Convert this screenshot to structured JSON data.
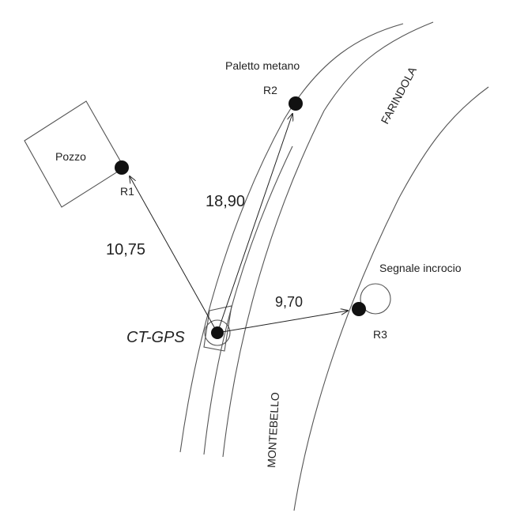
{
  "points": {
    "station": {
      "label": "CT-GPS"
    },
    "r1": {
      "label": "R1",
      "landmark": "Pozzo",
      "distance": "10,75"
    },
    "r2": {
      "label": "R2",
      "landmark": "Paletto metano",
      "distance": "18,90"
    },
    "r3": {
      "label": "R3",
      "landmark": "Segnale incrocio",
      "distance": "9,70"
    }
  },
  "roads": {
    "farindola": "FARINDOLA",
    "montebello": "MONTEBELLO"
  },
  "colors": {
    "ink": "#111111",
    "line": "#555555"
  }
}
